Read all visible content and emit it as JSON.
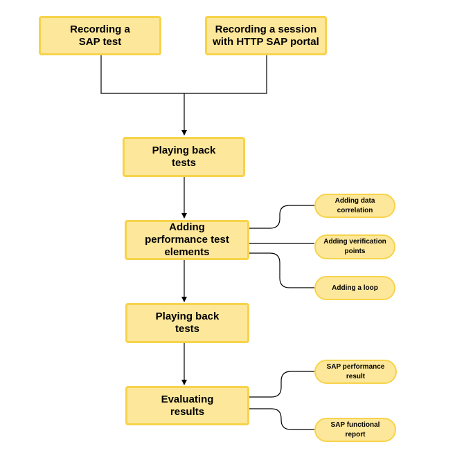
{
  "diagram": {
    "steps": {
      "record_sap_test": "Recording a\nSAP test",
      "record_http_session": "Recording a session\nwith HTTP SAP portal",
      "playback_1": "Playing back\ntests",
      "add_elements": "Adding\nperformance test\nelements",
      "playback_2": "Playing back\ntests",
      "evaluate": "Evaluating\nresults"
    },
    "substeps": {
      "data_correlation": "Adding data\ncorrelation",
      "verification_points": "Adding verification\npoints",
      "loop": "Adding a loop",
      "performance_result": "SAP performance\nresult",
      "functional_report": "SAP functional\nreport"
    },
    "colors": {
      "box_fill": "#fde79a",
      "box_border": "#f7d34b",
      "connector": "#000000"
    }
  }
}
